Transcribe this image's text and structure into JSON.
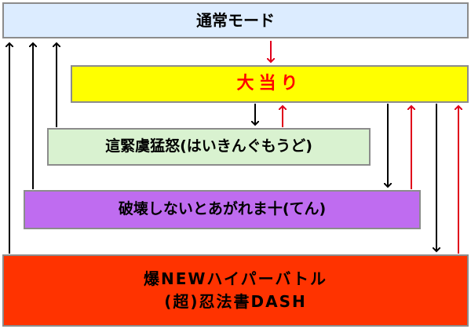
{
  "boxes": {
    "normal": {
      "label": "通常モード",
      "color": "#dcecff"
    },
    "jackpot": {
      "label": "大当り",
      "color": "#ffff00",
      "text_color": "#ff0000"
    },
    "gekido": {
      "label": "這緊虞猛怒(はいきんぐもうど)",
      "color": "#d9f2d0"
    },
    "hakai": {
      "label": "破壊しないとあがれま十(てん)",
      "color": "#bf6cf0"
    },
    "baku": {
      "line1": "爆NEWハイパーバトル",
      "line2": "(超)忍法書DASH",
      "color": "#ff3300"
    }
  },
  "arrow_colors": {
    "black": "#000000",
    "red": "#e0001a"
  }
}
